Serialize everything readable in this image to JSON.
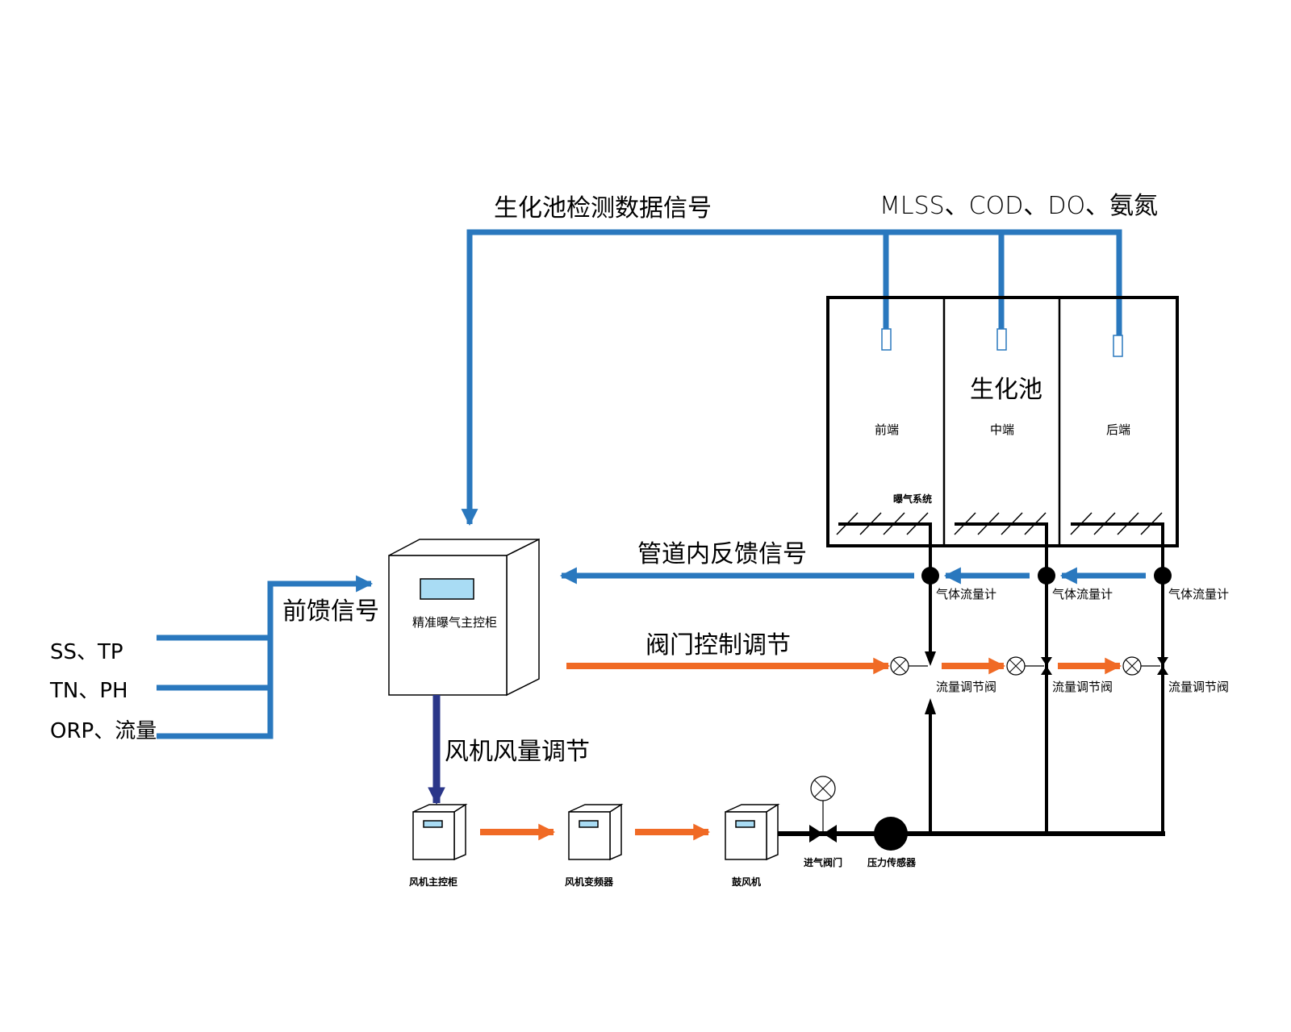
{
  "title_signal": "生化池检测数据信号",
  "bio_params": "MLSS、COD、DO、氨氮",
  "tank": {
    "title": "生化池",
    "sections": [
      "前端",
      "中端",
      "后端"
    ],
    "aeration_label": "曝气系统"
  },
  "controller": {
    "label": "精准曝气主控柜"
  },
  "feedforward": {
    "label": "前馈信号",
    "inputs": [
      "SS、TP",
      "TN、PH",
      "ORP、流量"
    ]
  },
  "pipe_feedback_label": "管道内反馈信号",
  "valve_control_label": "阀门控制调节",
  "fan_adjust_label": "风机风量调节",
  "flow_meter_label": "气体流量计",
  "flow_valve_label": "流量调节阀",
  "equipment": [
    "风机主控柜",
    "风机变频器",
    "鼓风机"
  ],
  "inlet_valve_label": "进气阀门",
  "pressure_sensor_label": "压力传感器",
  "colors": {
    "signal_blue": "#2a78be",
    "control_orange": "#f06a25",
    "fan_navy": "#2a3689",
    "screen": "#a9dcf4"
  }
}
